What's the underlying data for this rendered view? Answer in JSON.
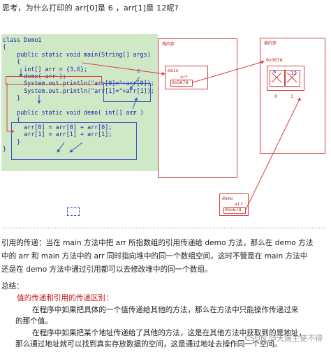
{
  "question": "思考，为什么打印的 arr[0]是 6  ，arr[1]是 12呢?",
  "code_lines": [
    "class Demo1",
    "{",
    "    public static void main(String[] args)",
    "    {",
    "      int[] arr = {3,6};",
    "      demo( arr );",
    "      System.out.println(\"arr[0]=\"+arr[0]);",
    "      System.out.println(\"arr[1]=\"+arr[1]);",
    "    }",
    "",
    "    public static void demo( int[] arr )",
    "    {",
    "      arr[0] = arr[0] + arr[0];",
    "      arr[1] = arr[1] + arr[1];",
    "    }",
    "}"
  ],
  "diagram": {
    "stack_label": "栈内存",
    "heap_label": "堆内存",
    "main_label": "main",
    "main_var": "arr",
    "main_ref": "0x5678",
    "heap_addr": "0x5678",
    "cell0_value": "6",
    "cell1_value": "12",
    "index0": "0",
    "index1": "1",
    "demo_label": "demo",
    "demo_var": "arr",
    "demo_ref": "0x5678",
    "annot_6": "6",
    "annot_12": "12"
  },
  "para_lines": [
    "引用的传递：当在 main 方法中把 arr 所指数组的引用传递给 demo 方法，那么在 demo 方法",
    "中的 arr 和 main 方法中的 arr 同时指向堆中的同一个数组空间，这时不管是在 main 方法中",
    "还是在 demo 方法中通过引用都可以去修改堆中的同一个数组。"
  ],
  "summary_title": "总结：",
  "summary_heading": "值的传递和引用的传递区别：",
  "summary_lines": [
    "在程序中如果把具体的一个值传递给其他的方法，那么在方法中只能操作传递过来",
    "的那个值。",
    "在程序中如果把某个地址传递给了其他的方法，这是在其他方法中获取到的是地址，",
    "那么通过地址就可以找到真实存放数据的空间，这是通过地址去操作同一个空间。"
  ],
  "watermark": "CSDN @天施主使不得"
}
